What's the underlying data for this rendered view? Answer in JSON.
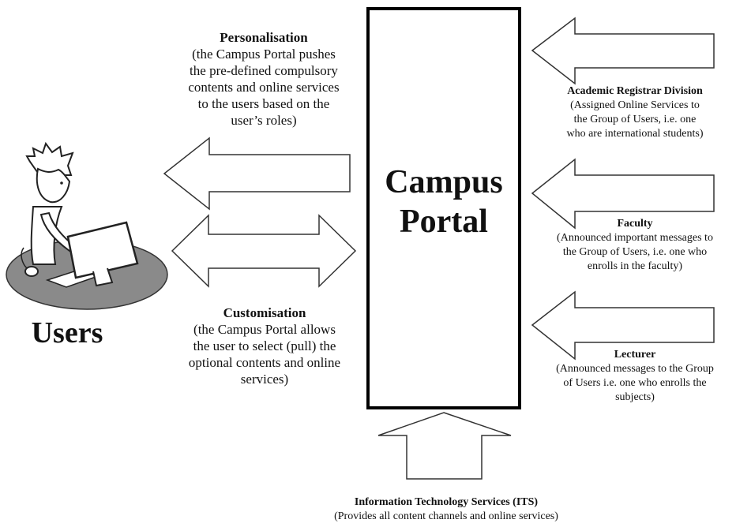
{
  "portal": {
    "line1": "Campus",
    "line2": "Portal"
  },
  "users": {
    "label": "Users"
  },
  "personalisation": {
    "title": "Personalisation",
    "lines": [
      "(the Campus Portal pushes",
      "the pre-defined compulsory",
      "contents and online services",
      "to the users based on the",
      "user’s roles)"
    ]
  },
  "customisation": {
    "title": "Customisation",
    "lines": [
      "(the Campus Portal allows",
      "the user to select (pull) the",
      "optional contents and online",
      "services)"
    ]
  },
  "academic": {
    "title": "Academic Registrar Division",
    "lines": [
      "(Assigned Online Services to",
      "the Group of Users, i.e. one",
      "who are international students)"
    ]
  },
  "faculty": {
    "title": "Faculty",
    "lines": [
      "(Announced important messages to",
      "the Group of Users, i.e. one who",
      "enrolls in the faculty)"
    ]
  },
  "lecturer": {
    "title": "Lecturer",
    "lines": [
      "(Announced messages to the Group",
      "of Users i.e. one who enrolls the",
      "subjects)"
    ]
  },
  "its": {
    "title": "Information Technology Services (ITS)",
    "subtitle": "(Provides all content channels and online services)"
  }
}
